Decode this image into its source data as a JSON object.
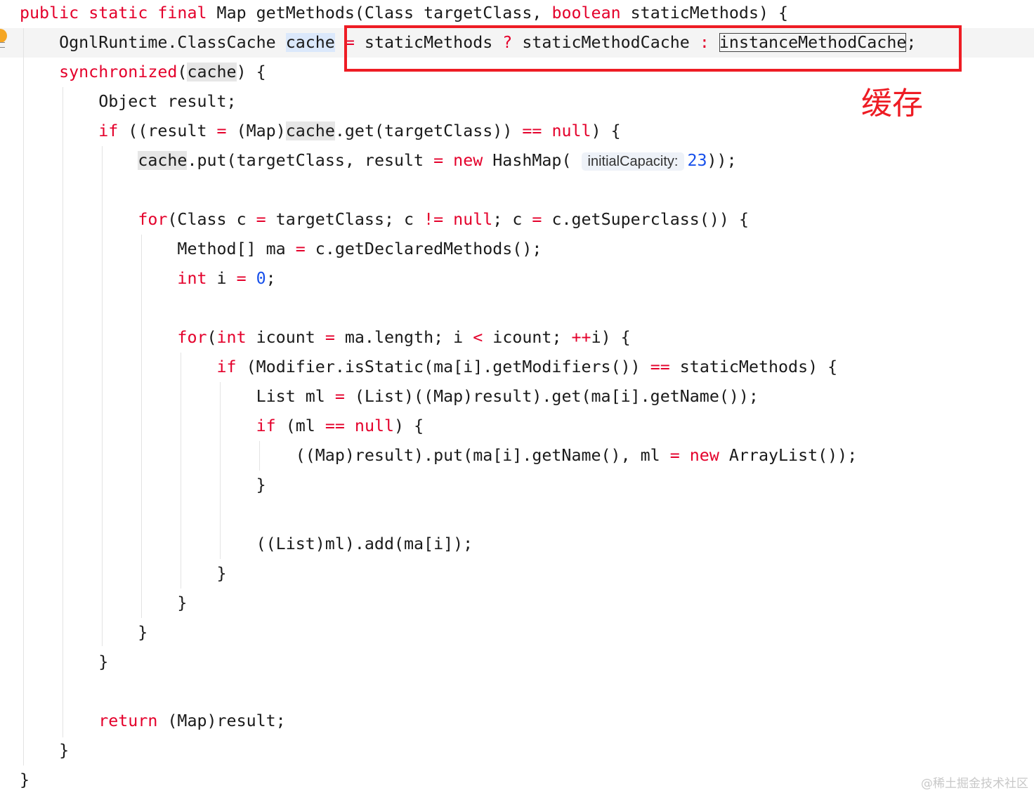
{
  "editor": {
    "lines": [
      {
        "segments": [
          {
            "t": "public",
            "c": "kw"
          },
          {
            "t": " ",
            "c": "pl"
          },
          {
            "t": "static",
            "c": "kw"
          },
          {
            "t": " ",
            "c": "pl"
          },
          {
            "t": "final",
            "c": "kw"
          },
          {
            "t": " Map getMethods(Class targetClass, ",
            "c": "pl"
          },
          {
            "t": "boolean",
            "c": "kw"
          },
          {
            "t": " staticMethods) {",
            "c": "pl"
          }
        ]
      },
      {
        "segments": [
          {
            "t": "    OgnlRuntime.ClassCache ",
            "c": "pl"
          },
          {
            "t": "cache",
            "c": "hl-var"
          },
          {
            "t": " ",
            "c": "pl"
          },
          {
            "t": "=",
            "c": "op"
          },
          {
            "t": " staticMethods ",
            "c": "pl"
          },
          {
            "t": "?",
            "c": "op"
          },
          {
            "t": " staticMethodCache ",
            "c": "pl"
          },
          {
            "t": ":",
            "c": "op"
          },
          {
            "t": " ",
            "c": "pl"
          },
          {
            "t": "instanceMethodCache",
            "c": "boxed"
          },
          {
            "t": ";",
            "c": "pl"
          }
        ]
      },
      {
        "segments": [
          {
            "t": "    ",
            "c": "pl"
          },
          {
            "t": "synchronized",
            "c": "kw"
          },
          {
            "t": "(",
            "c": "pl"
          },
          {
            "t": "cache",
            "c": "hl-ref"
          },
          {
            "t": ") {",
            "c": "pl"
          }
        ]
      },
      {
        "segments": [
          {
            "t": "        Object result;",
            "c": "pl"
          }
        ]
      },
      {
        "segments": [
          {
            "t": "        ",
            "c": "pl"
          },
          {
            "t": "if",
            "c": "kw"
          },
          {
            "t": " ((result ",
            "c": "pl"
          },
          {
            "t": "=",
            "c": "op"
          },
          {
            "t": " (Map)",
            "c": "pl"
          },
          {
            "t": "cache",
            "c": "hl-ref"
          },
          {
            "t": ".get(targetClass)) ",
            "c": "pl"
          },
          {
            "t": "==",
            "c": "op"
          },
          {
            "t": " ",
            "c": "pl"
          },
          {
            "t": "null",
            "c": "kw"
          },
          {
            "t": ") {",
            "c": "pl"
          }
        ]
      },
      {
        "segments": [
          {
            "t": "            ",
            "c": "pl"
          },
          {
            "t": "cache",
            "c": "hl-ref"
          },
          {
            "t": ".put(targetClass, result ",
            "c": "pl"
          },
          {
            "t": "=",
            "c": "op"
          },
          {
            "t": " ",
            "c": "pl"
          },
          {
            "t": "new",
            "c": "kw"
          },
          {
            "t": " HashMap( ",
            "c": "pl"
          },
          {
            "t": "initialCapacity:",
            "c": "inlay"
          },
          {
            "t": "23",
            "c": "num"
          },
          {
            "t": "));",
            "c": "pl"
          }
        ]
      },
      {
        "segments": []
      },
      {
        "segments": [
          {
            "t": "            ",
            "c": "pl"
          },
          {
            "t": "for",
            "c": "kw"
          },
          {
            "t": "(Class c ",
            "c": "pl"
          },
          {
            "t": "=",
            "c": "op"
          },
          {
            "t": " targetClass; c ",
            "c": "pl"
          },
          {
            "t": "!=",
            "c": "op"
          },
          {
            "t": " ",
            "c": "pl"
          },
          {
            "t": "null",
            "c": "kw"
          },
          {
            "t": "; c ",
            "c": "pl"
          },
          {
            "t": "=",
            "c": "op"
          },
          {
            "t": " c.getSuperclass()) {",
            "c": "pl"
          }
        ]
      },
      {
        "segments": [
          {
            "t": "                Method[] ma ",
            "c": "pl"
          },
          {
            "t": "=",
            "c": "op"
          },
          {
            "t": " c.getDeclaredMethods();",
            "c": "pl"
          }
        ]
      },
      {
        "segments": [
          {
            "t": "                ",
            "c": "pl"
          },
          {
            "t": "int",
            "c": "kw"
          },
          {
            "t": " i ",
            "c": "pl"
          },
          {
            "t": "=",
            "c": "op"
          },
          {
            "t": " ",
            "c": "pl"
          },
          {
            "t": "0",
            "c": "num"
          },
          {
            "t": ";",
            "c": "pl"
          }
        ]
      },
      {
        "segments": []
      },
      {
        "segments": [
          {
            "t": "                ",
            "c": "pl"
          },
          {
            "t": "for",
            "c": "kw"
          },
          {
            "t": "(",
            "c": "pl"
          },
          {
            "t": "int",
            "c": "kw"
          },
          {
            "t": " icount ",
            "c": "pl"
          },
          {
            "t": "=",
            "c": "op"
          },
          {
            "t": " ma.length; i ",
            "c": "pl"
          },
          {
            "t": "<",
            "c": "op"
          },
          {
            "t": " icount; ",
            "c": "pl"
          },
          {
            "t": "++",
            "c": "op"
          },
          {
            "t": "i) {",
            "c": "pl"
          }
        ]
      },
      {
        "segments": [
          {
            "t": "                    ",
            "c": "pl"
          },
          {
            "t": "if",
            "c": "kw"
          },
          {
            "t": " (Modifier.isStatic(ma[i].getModifiers()) ",
            "c": "pl"
          },
          {
            "t": "==",
            "c": "op"
          },
          {
            "t": " staticMethods) {",
            "c": "pl"
          }
        ]
      },
      {
        "segments": [
          {
            "t": "                        List ml ",
            "c": "pl"
          },
          {
            "t": "=",
            "c": "op"
          },
          {
            "t": " (List)((Map)result).get(ma[i].getName());",
            "c": "pl"
          }
        ]
      },
      {
        "segments": [
          {
            "t": "                        ",
            "c": "pl"
          },
          {
            "t": "if",
            "c": "kw"
          },
          {
            "t": " (ml ",
            "c": "pl"
          },
          {
            "t": "==",
            "c": "op"
          },
          {
            "t": " ",
            "c": "pl"
          },
          {
            "t": "null",
            "c": "kw"
          },
          {
            "t": ") {",
            "c": "pl"
          }
        ]
      },
      {
        "segments": [
          {
            "t": "                            ((Map)result).put(ma[i].getName(), ml ",
            "c": "pl"
          },
          {
            "t": "=",
            "c": "op"
          },
          {
            "t": " ",
            "c": "pl"
          },
          {
            "t": "new",
            "c": "kw"
          },
          {
            "t": " ArrayList());",
            "c": "pl"
          }
        ]
      },
      {
        "segments": [
          {
            "t": "                        }",
            "c": "pl"
          }
        ]
      },
      {
        "segments": []
      },
      {
        "segments": [
          {
            "t": "                        ((List)ml).add(ma[i]);",
            "c": "pl"
          }
        ]
      },
      {
        "segments": [
          {
            "t": "                    }",
            "c": "pl"
          }
        ]
      },
      {
        "segments": [
          {
            "t": "                }",
            "c": "pl"
          }
        ]
      },
      {
        "segments": [
          {
            "t": "            }",
            "c": "pl"
          }
        ]
      },
      {
        "segments": [
          {
            "t": "        }",
            "c": "pl"
          }
        ]
      },
      {
        "segments": []
      },
      {
        "segments": [
          {
            "t": "        ",
            "c": "pl"
          },
          {
            "t": "return",
            "c": "kw"
          },
          {
            "t": " (Map)result;",
            "c": "pl"
          }
        ]
      },
      {
        "segments": [
          {
            "t": "    }",
            "c": "pl"
          }
        ]
      },
      {
        "segments": [
          {
            "t": "}",
            "c": "pl"
          }
        ]
      }
    ]
  },
  "annotation": {
    "label": "缓存",
    "color": "#ee1c24"
  },
  "watermark": "@稀土掘金技术社区",
  "colors": {
    "keyword": "#e4002b",
    "number": "#1750eb",
    "text": "#1a1a1a",
    "current_line": "#f4f4f4",
    "var_highlight": "#dbe8fb",
    "ref_highlight": "#e6e6e6"
  }
}
